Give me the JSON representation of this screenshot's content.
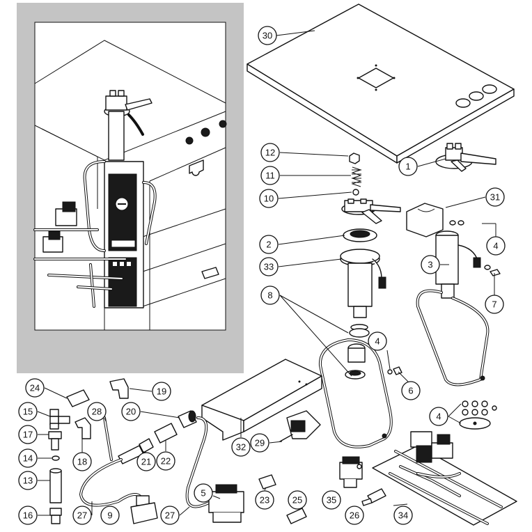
{
  "callouts": [
    {
      "id": "c30",
      "label": "30"
    },
    {
      "id": "c1",
      "label": "1"
    },
    {
      "id": "c12",
      "label": "12"
    },
    {
      "id": "c11",
      "label": "11"
    },
    {
      "id": "c10",
      "label": "10"
    },
    {
      "id": "c31",
      "label": "31"
    },
    {
      "id": "c2",
      "label": "2"
    },
    {
      "id": "c4a",
      "label": "4"
    },
    {
      "id": "c33",
      "label": "33"
    },
    {
      "id": "c3",
      "label": "3"
    },
    {
      "id": "c8",
      "label": "8"
    },
    {
      "id": "c7",
      "label": "7"
    },
    {
      "id": "c4b",
      "label": "4"
    },
    {
      "id": "c6",
      "label": "6"
    },
    {
      "id": "c24",
      "label": "24"
    },
    {
      "id": "c19",
      "label": "19"
    },
    {
      "id": "c15",
      "label": "15"
    },
    {
      "id": "c28",
      "label": "28"
    },
    {
      "id": "c20",
      "label": "20"
    },
    {
      "id": "c4c",
      "label": "4"
    },
    {
      "id": "c17",
      "label": "17"
    },
    {
      "id": "c18",
      "label": "18"
    },
    {
      "id": "c21",
      "label": "21"
    },
    {
      "id": "c22",
      "label": "22"
    },
    {
      "id": "c32",
      "label": "32"
    },
    {
      "id": "c29",
      "label": "29"
    },
    {
      "id": "c14",
      "label": "14"
    },
    {
      "id": "c13",
      "label": "13"
    },
    {
      "id": "c5",
      "label": "5"
    },
    {
      "id": "c23",
      "label": "23"
    },
    {
      "id": "c25",
      "label": "25"
    },
    {
      "id": "c35",
      "label": "35"
    },
    {
      "id": "c26",
      "label": "26"
    },
    {
      "id": "c34",
      "label": "34"
    },
    {
      "id": "c16",
      "label": "16"
    },
    {
      "id": "c27a",
      "label": "27"
    },
    {
      "id": "c9",
      "label": "9"
    },
    {
      "id": "c27b",
      "label": "27"
    }
  ],
  "colors": {
    "inset_bg": "#c4c4c4",
    "ink": "#111111"
  }
}
